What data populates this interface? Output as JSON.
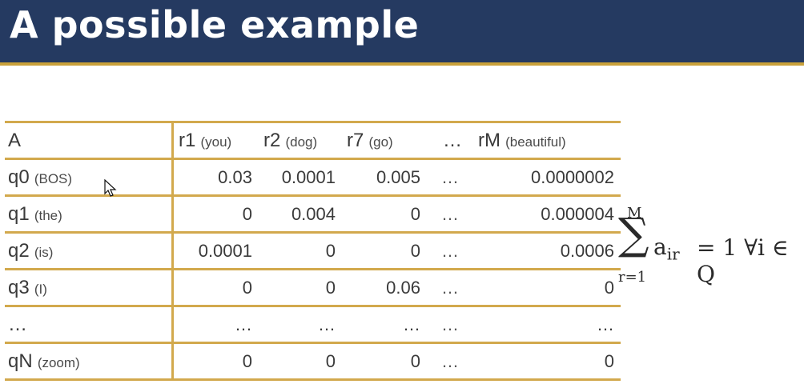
{
  "slide": {
    "title": "A possible example"
  },
  "matrix": {
    "corner_label": "A",
    "columns": [
      {
        "sym": "r1",
        "word": "(you)"
      },
      {
        "sym": "r2",
        "word": "(dog)"
      },
      {
        "sym": "r7",
        "word": "(go)"
      },
      {
        "sym": "…",
        "word": ""
      },
      {
        "sym": "rM",
        "word": "(beautiful)"
      }
    ],
    "rows": [
      {
        "sym": "q0",
        "word": "(BOS)",
        "cells": [
          "0.03",
          "0.0001",
          "0.005",
          "…",
          "0.0000002"
        ]
      },
      {
        "sym": "q1",
        "word": "(the)",
        "cells": [
          "0",
          "0.004",
          "0",
          "…",
          "0.000004"
        ]
      },
      {
        "sym": "q2",
        "word": "(is)",
        "cells": [
          "0.0001",
          "0",
          "0",
          "…",
          "0.0006"
        ]
      },
      {
        "sym": "q3",
        "word": "(I)",
        "cells": [
          "0",
          "0",
          "0.06",
          "…",
          "0"
        ]
      },
      {
        "sym": "…",
        "word": "",
        "cells": [
          "…",
          "…",
          "…",
          "…",
          "…"
        ]
      },
      {
        "sym": "qN",
        "word": "(zoom)",
        "cells": [
          "0",
          "0",
          "0",
          "…",
          "0"
        ]
      }
    ]
  },
  "formula": {
    "upper": "M",
    "sigma": "∑",
    "lower": "r=1",
    "var": "a",
    "subscript": "ir",
    "rest": "= 1 ∀i ∈ Q"
  },
  "colors": {
    "title_bar": "#253a61",
    "accent_gold": "#d2a94d",
    "text": "#3a3a3a"
  }
}
